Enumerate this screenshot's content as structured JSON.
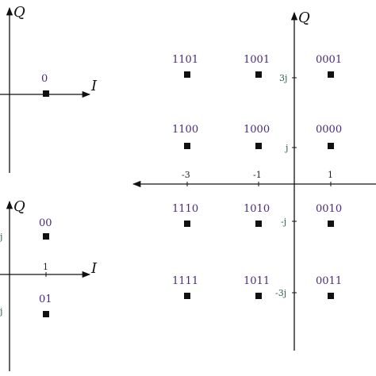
{
  "ook": {
    "axis_q": "Q",
    "axis_i": "I",
    "points": [
      {
        "label": "0"
      }
    ]
  },
  "bpsk": {
    "axis_q": "Q",
    "axis_i": "I",
    "i_tick": "1",
    "q_ticks": [
      "j",
      "j"
    ],
    "points": [
      {
        "label": "00"
      },
      {
        "label": "01"
      }
    ]
  },
  "qam16": {
    "axis_q": "Q",
    "i_ticks": [
      "-3",
      "-1",
      "1"
    ],
    "q_ticks": [
      "3j",
      "j",
      "-j",
      "-3j"
    ],
    "points": [
      {
        "label": "1101"
      },
      {
        "label": "1001"
      },
      {
        "label": "0001"
      },
      {
        "label": "1100"
      },
      {
        "label": "1000"
      },
      {
        "label": "0000"
      },
      {
        "label": "1110"
      },
      {
        "label": "1010"
      },
      {
        "label": "0010"
      },
      {
        "label": "1111"
      },
      {
        "label": "1011"
      },
      {
        "label": "0011"
      }
    ]
  }
}
